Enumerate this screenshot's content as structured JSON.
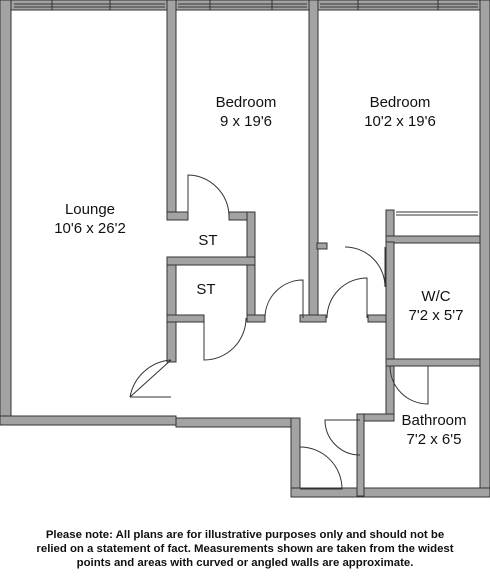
{
  "rooms": {
    "lounge": {
      "name": "Lounge",
      "size": "10'6 x 26'2"
    },
    "bedroom1": {
      "name": "Bedroom",
      "size": "9 x 19'6"
    },
    "bedroom2": {
      "name": "Bedroom",
      "size": "10'2 x 19'6"
    },
    "store1": {
      "name": "ST"
    },
    "store2": {
      "name": "ST"
    },
    "wc": {
      "name": "W/C",
      "size": "7'2 x 5'7"
    },
    "bathroom": {
      "name": "Bathroom",
      "size": "7'2 x 6'5"
    }
  },
  "disclaimer": "Please note: All plans are for illustrative purposes only and should not be relied on a statement of fact. Measurements shown are taken from the widest points and areas with curved or angled walls are approximate.",
  "colors": {
    "wall_fill": "#a3a3a3",
    "wall_edge": "#333333",
    "door_line": "#333333"
  }
}
